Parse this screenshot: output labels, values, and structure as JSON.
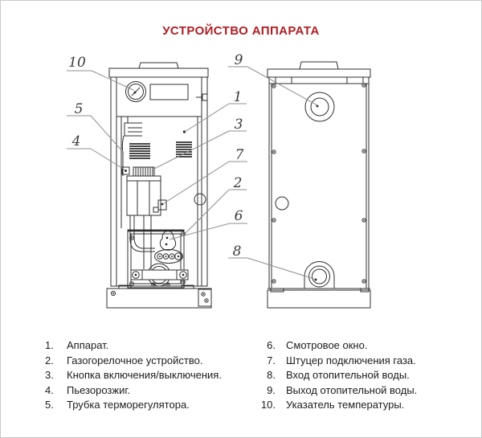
{
  "title": "УСТРОЙСТВО АППАРАТА",
  "colors": {
    "title": "#b01f24",
    "line": "#2f2f2f",
    "leader": "#8f8f8f"
  },
  "callouts": {
    "c1": "1",
    "c2": "2",
    "c3": "3",
    "c4": "4",
    "c5": "5",
    "c6": "6",
    "c7": "7",
    "c8": "8",
    "c9": "9",
    "c10": "10"
  },
  "legend": {
    "left": [
      {
        "num": "1.",
        "text": "Аппарат."
      },
      {
        "num": "2.",
        "text": "Газогорелочное устройство."
      },
      {
        "num": "3.",
        "text": "Кнопка включения/выключения."
      },
      {
        "num": "4.",
        "text": "Пьезорозжиг."
      },
      {
        "num": "5.",
        "text": "Трубка терморегулятора."
      }
    ],
    "right": [
      {
        "num": "6.",
        "text": "Смотровое окно."
      },
      {
        "num": "7.",
        "text": "Штуцер подключения газа."
      },
      {
        "num": "8.",
        "text": "Вход отопительной воды."
      },
      {
        "num": "9.",
        "text": "Выход отопительной воды."
      },
      {
        "num": "10.",
        "text": "Указатель температуры."
      }
    ]
  }
}
